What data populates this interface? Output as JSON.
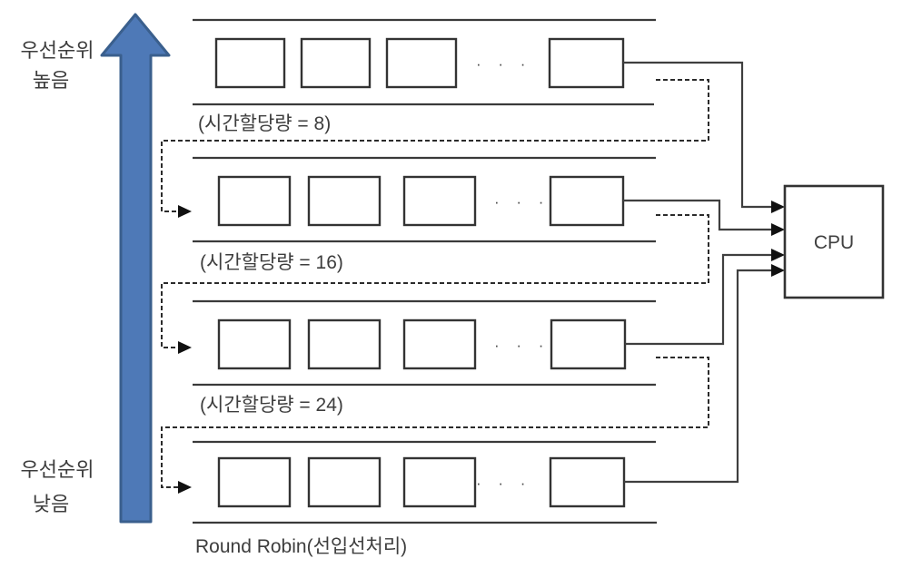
{
  "priority_axis": {
    "high_label": {
      "line1": "우선순위",
      "line2": "높음"
    },
    "low_label": {
      "line1": "우선순위",
      "line2": "낮음"
    },
    "arrow_fill": "#4E79B7",
    "arrow_stroke": "#3A5F8D"
  },
  "queues": [
    {
      "label": "(시간할당량 = 8)",
      "time_quantum": 8,
      "ellipsis": "· · ·"
    },
    {
      "label": "(시간할당량 = 16)",
      "time_quantum": 16,
      "ellipsis": "· · ·"
    },
    {
      "label": "(시간할당량 = 24)",
      "time_quantum": 24,
      "ellipsis": "· · ·"
    },
    {
      "label": "Round Robin(선입선처리)",
      "ellipsis": "· · ·"
    }
  ],
  "cpu": {
    "label": "CPU"
  },
  "colors": {
    "line": "#3F3F3F",
    "text": "#3D3D3D",
    "box_border": "#333333"
  }
}
